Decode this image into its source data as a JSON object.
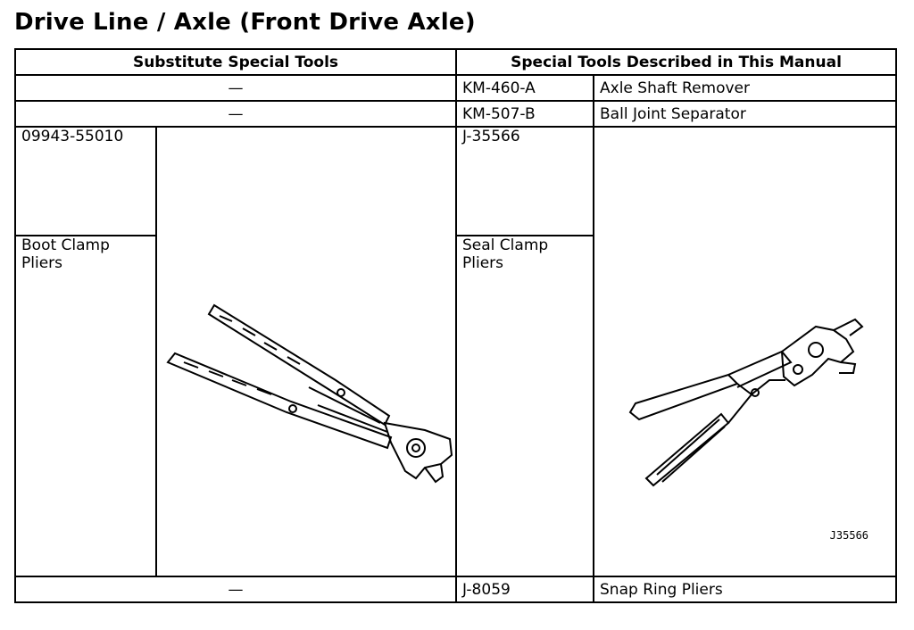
{
  "page_title": "Drive Line / Axle (Front Drive Axle)",
  "table": {
    "header_substitute": "Substitute Special Tools",
    "header_manual": "Special Tools Described in This Manual",
    "rows": [
      {
        "substitute": "—",
        "code": "KM-460-A",
        "name": "Axle Shaft Remover"
      },
      {
        "substitute": "—",
        "code": "KM-507-B",
        "name": "Ball Joint Separator"
      }
    ],
    "big_row": {
      "sub_code": "09943-55010",
      "sub_name": "Boot Clamp Pliers",
      "sub_illustration": "boot-clamp-pliers-illustration",
      "manual_code": "J-35566",
      "manual_name": "Seal Clamp Pliers",
      "manual_figure_label": "J35566",
      "manual_illustration": "seal-clamp-pliers-illustration"
    },
    "last_row": {
      "substitute": "—",
      "code": "J-8059",
      "name": "Snap Ring Pliers"
    }
  }
}
